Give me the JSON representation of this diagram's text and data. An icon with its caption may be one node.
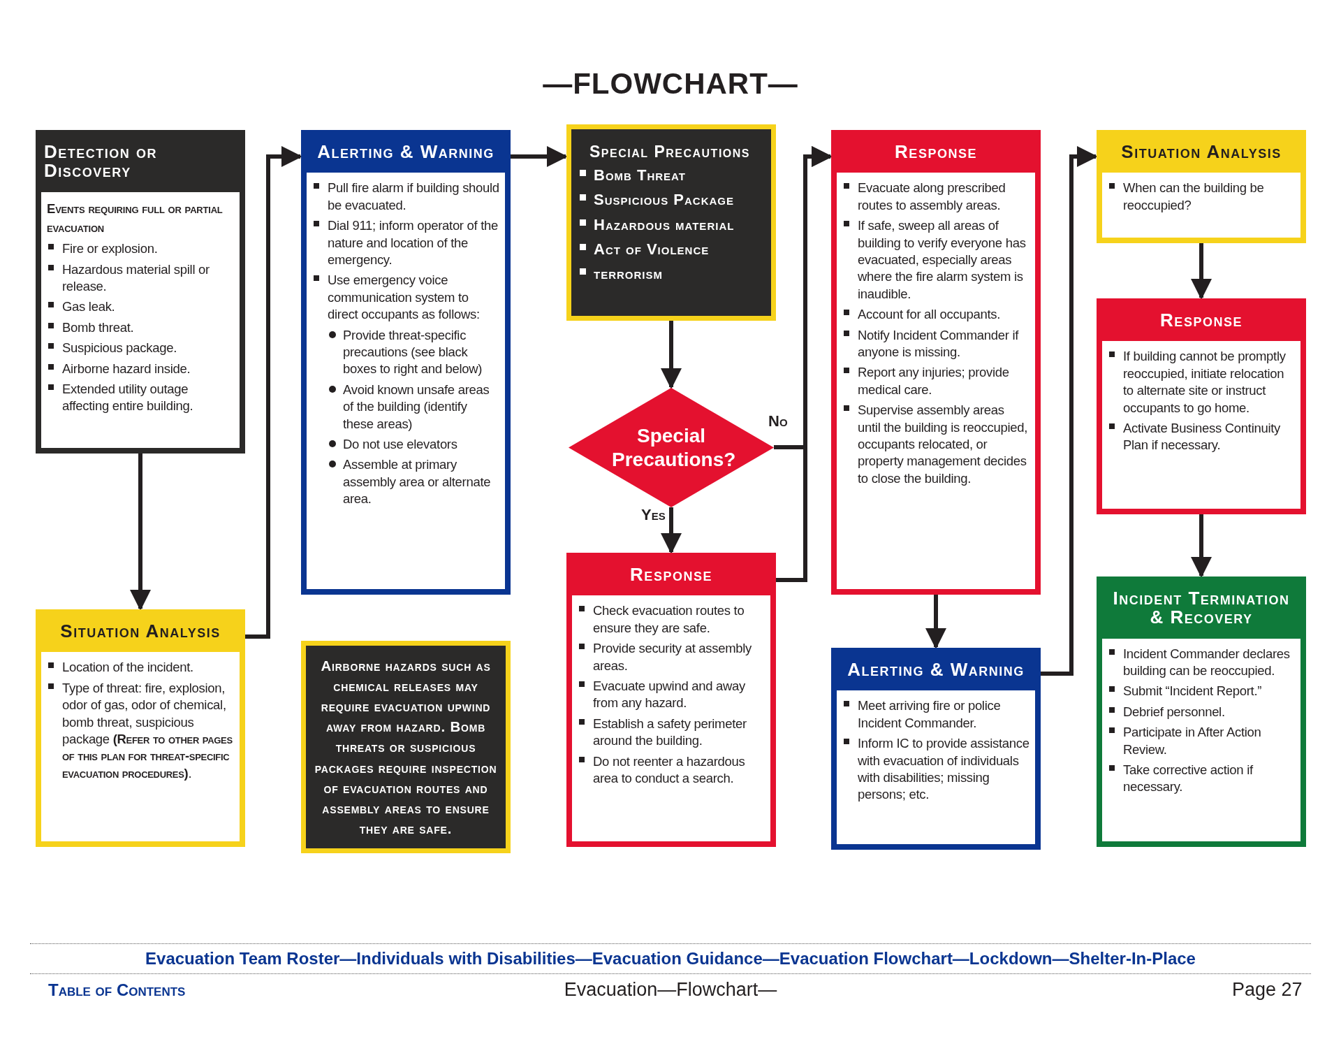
{
  "diagram": {
    "title": "—FLOWCHART—",
    "nodes": [
      {
        "text": [
          "Detection or Discovery",
          "Events requiring full or partial evacuation",
          "Fire or explosion.",
          "Hazardous material spill or release.",
          "Gas leak.",
          "Bomb threat.",
          "Suspicious package.",
          "Airborne hazard inside.",
          "Extended utility outage affecting entire building."
        ]
      },
      {
        "text": [
          "Situation Analysis",
          "Location of the incident.",
          "Type of threat: fire, explosion, odor of gas, odor of chemical, bomb threat, suspicious package **(Refer to other pages of this plan for threat-specific evacuation procedures)**."
        ]
      },
      {
        "text": [
          "Alerting & Warning",
          "Pull fire alarm if building should be evacuated.",
          "Dial 911; inform operator of the nature and location of the emergency.",
          "Use emergency voice communication system to direct occupants as follows:",
          "Provide threat-specific precautions (see black boxes to right and below)",
          "Avoid known unsafe areas of the building (identify these areas)",
          "Do not use elevators",
          "Assemble at primary assembly area or alternate area."
        ]
      },
      {
        "text": [
          "Airborne hazards such as chemical releases may require evacuation upwind away from hazard. Bomb threats or suspicious packages require inspection of evacuation routes and assembly areas to ensure they are safe."
        ]
      },
      {
        "text": [
          "Special Precautions",
          "Bomb Threat",
          "Suspicious Package",
          "Hazardous material",
          "Act of Violence",
          "terrorism"
        ]
      },
      {
        "text": [
          "Special Precautions?"
        ]
      },
      {
        "text": [
          "Response",
          "Check evacuation routes to ensure they are safe.",
          "Provide security at assembly areas.",
          "Evacuate upwind and away from any hazard.",
          "Establish a safety perimeter around the building.",
          "Do not reenter a hazardous area to conduct a search."
        ]
      },
      {
        "text": [
          "Response",
          "Evacuate along prescribed routes to assembly areas.",
          "If safe, sweep all areas of building to verify everyone has evacuated, especially areas where the fire alarm system is inaudible.",
          "Account for all occupants.",
          "Notify Incident Commander if anyone is missing.",
          "Report any injuries; provide medical care.",
          "Supervise assembly areas until the building is reoccupied, occupants relocated, or property management decides to close the building."
        ]
      },
      {
        "text": [
          "Alerting & Warning",
          "Meet arriving fire or police Incident Commander.",
          "Inform IC to provide assistance with evacuation of individuals with disabilities; missing persons; etc."
        ]
      },
      {
        "text": [
          "Situation Analysis",
          "When can the building be reoccupied?"
        ]
      },
      {
        "text": [
          "Response",
          "If building cannot be promptly reoccupied, initiate relocation to alternate site or instruct occupants to go home.",
          "Activate Business Continuity Plan if necessary."
        ]
      },
      {
        "text": [
          "Incident Termination & Recovery",
          "Incident Commander declares building can be reoccupied.",
          "Submit “Incident Report.”",
          "Debrief personnel.",
          "Participate in After Action Review.",
          "Take corrective action if necessary."
        ]
      }
    ],
    "edges": [
      {
        "from": 0,
        "to": 1,
        "arrow": "to"
      },
      {
        "from": 1,
        "to": 2,
        "arrow": "to"
      },
      {
        "from": 2,
        "to": 4,
        "arrow": "to"
      },
      {
        "from": 4,
        "to": 5,
        "arrow": "to"
      },
      {
        "from": 5,
        "to": 6,
        "arrow": "to",
        "label": "Yes"
      },
      {
        "from": 5,
        "to": 7,
        "arrow": "to",
        "label": "No"
      },
      {
        "from": 6,
        "to": 7,
        "arrow": "to"
      },
      {
        "from": 7,
        "to": 8,
        "arrow": "to"
      },
      {
        "from": 8,
        "to": 9,
        "arrow": "to"
      },
      {
        "from": 9,
        "to": 10,
        "arrow": "to"
      },
      {
        "from": 10,
        "to": 11,
        "arrow": "to"
      }
    ],
    "labels": [
      "Evacuation Team Roster—Individuals with Disabilities—Evacuation Guidance—Evacuation Flowchart—Lockdown—Shelter-In-Place",
      "Table of Contents",
      "Evacuation—Flowchart—",
      "Page 27"
    ]
  }
}
